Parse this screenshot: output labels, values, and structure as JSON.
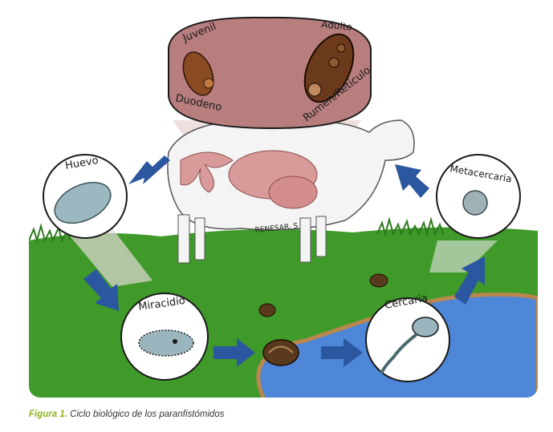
{
  "stages": {
    "juvenil": "Juvenil",
    "duodeno": "Duodeno",
    "adulto": "Adulto",
    "rumen": "Rumen/Reticulo",
    "huevo": "Huevo",
    "miracidio": "Miracidio",
    "cercaria": "Cercaria",
    "metacercaria": "Metacercaria"
  },
  "signature": "RENESAR. S",
  "caption": {
    "figure": "Figura 1.",
    "text": "Ciclo biológico de los paranfistómidos"
  },
  "colors": {
    "grass": "#3f9a2a",
    "water": "#4e86d8",
    "arrow": "#2b56a0",
    "inset": "#b87e7e",
    "caption_accent": "#8db21e"
  }
}
